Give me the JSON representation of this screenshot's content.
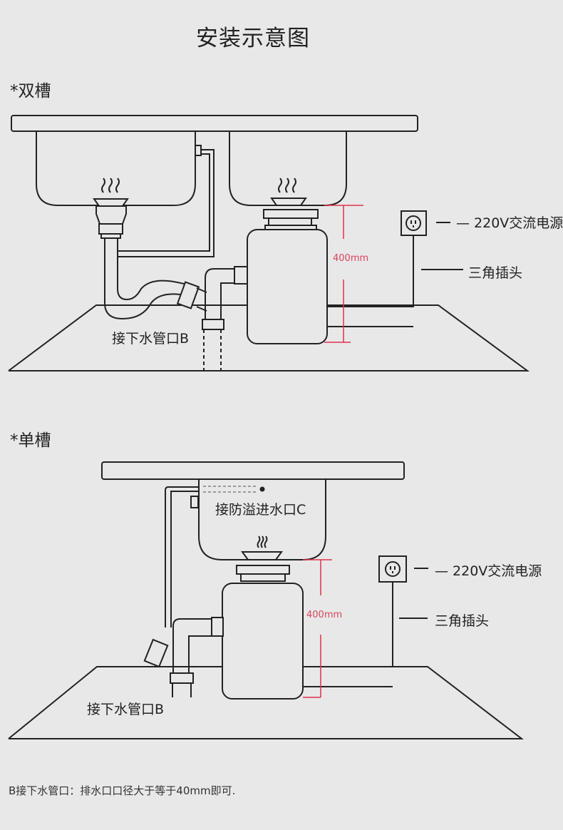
{
  "title": "安装示意图",
  "double_sink": {
    "heading": "*双槽",
    "labels": {
      "power": "— 220V交流电源",
      "plug": "三角插头",
      "drain": "接下水管口B",
      "height": "400mm"
    }
  },
  "single_sink": {
    "heading": "*单槽",
    "labels": {
      "overflow": "接防溢进水口C",
      "power": "— 220V交流电源",
      "plug": "三角插头",
      "drain": "接下水管口B",
      "height": "400mm"
    }
  },
  "note": "B接下水管口：排水口口径大于等于40mm即可.",
  "colors": {
    "background": "#e8e8e8",
    "line": "#222222",
    "dimension": "#e0304c"
  }
}
